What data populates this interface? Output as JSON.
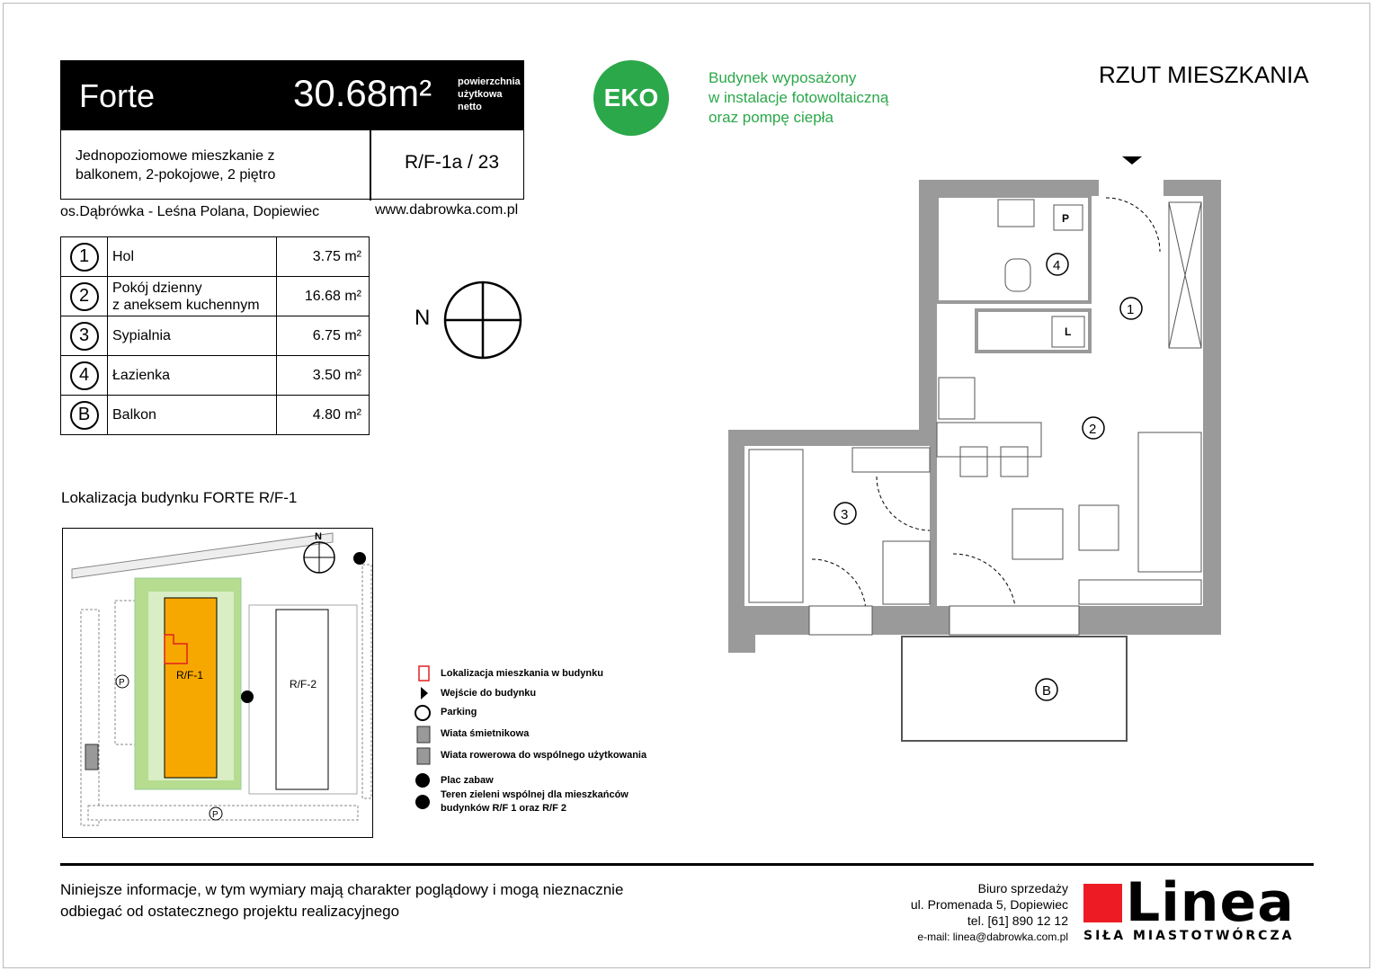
{
  "header": {
    "name": "Forte",
    "area": "30.68m²",
    "area_label": [
      "powierzchnia",
      "użytkowa",
      "netto"
    ],
    "description": [
      "Jednopoziomowe mieszkanie z",
      "balkonem, 2-pokojowe, 2 piętro"
    ],
    "code": "R/F-1a / 23",
    "location": "os.Dąbrówka - Leśna Polana, Dopiewiec",
    "website": "www.dabrowka.com.pl"
  },
  "eko": {
    "badge": "EKO",
    "lines": [
      "Budynek wyposażony",
      "w instalacje fotowoltaiczną",
      "oraz pompę ciepła"
    ],
    "color": "#2ba84a"
  },
  "title": "RZUT MIESZKANIA",
  "rooms": [
    {
      "num": "1",
      "name": "Hol",
      "area": "3.75 m²"
    },
    {
      "num": "2",
      "name": "Pokój dzienny\nz aneksem kuchennym",
      "area": "16.68 m²"
    },
    {
      "num": "3",
      "name": "Sypialnia",
      "area": "6.75 m²"
    },
    {
      "num": "4",
      "name": "Łazienka",
      "area": "3.50 m²"
    },
    {
      "num": "B",
      "name": "Balkon",
      "area": "4.80 m²"
    }
  ],
  "compass": {
    "label": "N"
  },
  "site": {
    "title": "Lokalizacja budynku  FORTE  R/F-1",
    "building1": "R/F-1",
    "building2": "R/F-2",
    "north": "N",
    "parking": "P",
    "accent": "#f7a800"
  },
  "legend": [
    "Lokalizacja mieszkania w budynku",
    "Wejście do budynku",
    "Parking",
    "Wiata śmietnikowa",
    "Wiata rowerowa do wspólnego użytkowania",
    "Plac zabaw",
    "Teren zieleni wspólnej dla mieszkańców",
    "budynków R/F 1 oraz R/F 2"
  ],
  "plan": {
    "labels": [
      "1",
      "2",
      "3",
      "4",
      "B"
    ],
    "p": "P",
    "l": "L"
  },
  "footer": {
    "disclaimer": [
      "Niniejsze informacje, w tym wymiary mają charakter poglądowy i mogą nieznacznie",
      "odbiegać od ostatecznego projektu realizacyjnego"
    ],
    "office": [
      "Biuro sprzedaży",
      "ul. Promenada 5, Dopiewiec",
      "tel. [61] 890 12 12",
      "e-mail: linea@dabrowka.com.pl"
    ],
    "logo": "Linea",
    "tagline": "SIŁA MIASTOTWÓRCZA",
    "logo_color": "#ed1c24"
  }
}
